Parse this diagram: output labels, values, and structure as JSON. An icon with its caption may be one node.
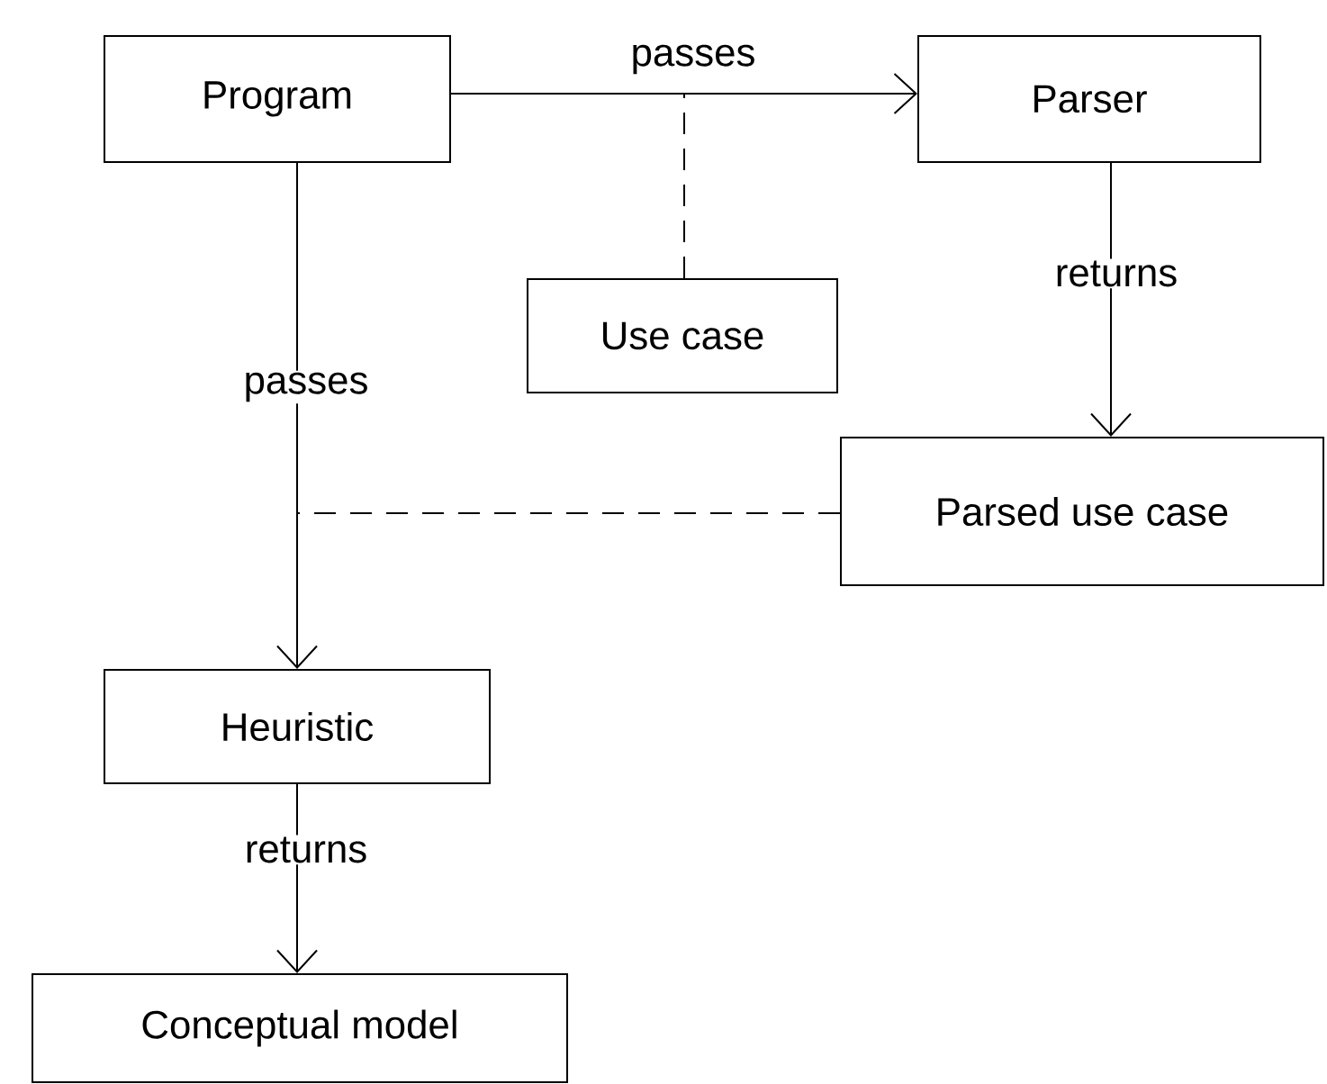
{
  "diagram": {
    "nodes": [
      {
        "text": [
          "Program"
        ]
      },
      {
        "text": [
          "Parser"
        ]
      },
      {
        "text": [
          "Use case"
        ]
      },
      {
        "text": [
          "Parsed use case"
        ]
      },
      {
        "text": [
          "Heuristic"
        ]
      },
      {
        "text": [
          "Conceptual model"
        ]
      }
    ],
    "edges": [
      {
        "from": 0,
        "to": 1,
        "arrow": "to",
        "label": "passes"
      },
      {
        "from": 2,
        "to": null,
        "arrow": "none",
        "style": "dashed"
      },
      {
        "from": 1,
        "to": 3,
        "arrow": "to",
        "label": "returns"
      },
      {
        "from": 0,
        "to": 4,
        "arrow": "to",
        "label": "passes"
      },
      {
        "from": 3,
        "to": null,
        "arrow": "none",
        "style": "dashed"
      },
      {
        "from": 4,
        "to": 5,
        "arrow": "to",
        "label": "returns"
      }
    ]
  }
}
